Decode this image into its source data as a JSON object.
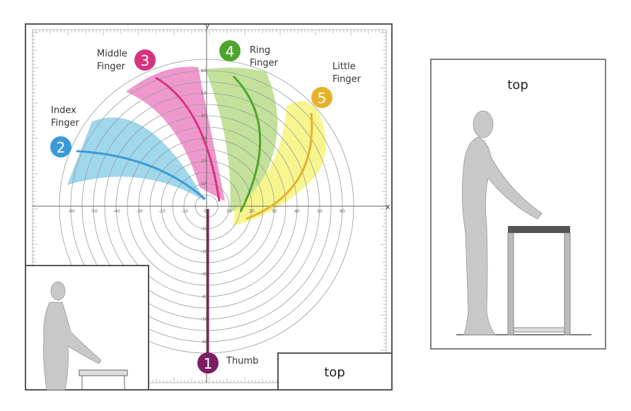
{
  "diagram": {
    "axes": {
      "x_label": "x",
      "y_label": "y"
    },
    "x_ticks": [
      "-60",
      "-50",
      "-40",
      "-30",
      "-20",
      "-10",
      "0",
      "10",
      "20",
      "30",
      "40",
      "50",
      "60"
    ],
    "y_ticks": [
      "60",
      "50",
      "40",
      "30",
      "20",
      "10",
      "-10",
      "-20",
      "-30",
      "-40",
      "-50",
      "-60"
    ],
    "fingers": [
      {
        "number": "1",
        "name": "Thumb",
        "color": "#7b1e63"
      },
      {
        "number": "2",
        "name": "Index\nFinger",
        "color": "#3a9ad9"
      },
      {
        "number": "3",
        "name": "Middle\nFinger",
        "color": "#d6337f"
      },
      {
        "number": "4",
        "name": "Ring\nFinger",
        "color": "#4fa52b"
      },
      {
        "number": "5",
        "name": "Little\nFinger",
        "color": "#e8b12a"
      }
    ],
    "inset_label": "top"
  },
  "side_panel": {
    "label": "top"
  },
  "colors": {
    "index_zone": "#8ed0e8",
    "middle_zone": "#ec86c4",
    "ring_zone": "#b8dc8a",
    "little_zone": "#f6f47a",
    "frame": "#555555",
    "figure": "#c8c8c8"
  }
}
